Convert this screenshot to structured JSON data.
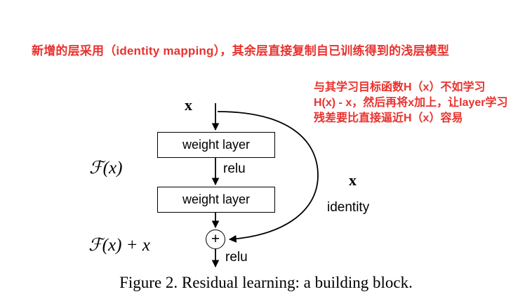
{
  "annotations": {
    "accent_color": "#e8322e",
    "top_note": "新增的层采用（identity mapping），其余层直接复制自已训练得到的浅层模型",
    "side_note_line1": "与其学习目标函数H（x）不如学习",
    "side_note_line2": "H(x) - x，然后再将x加上，让layer学习",
    "side_note_line3": "残差要比直接逼近H（x）容易"
  },
  "diagram": {
    "input_label": "x",
    "weight_layer1": "weight layer",
    "relu1": "relu",
    "weight_layer2": "weight layer",
    "fx_label": "ℱ(x)",
    "plus": "+",
    "sum_output_label": "ℱ(x) + x",
    "identity_x_label": "x",
    "identity_label": "identity",
    "relu2": "relu"
  },
  "caption": "Figure 2. Residual learning: a building block."
}
